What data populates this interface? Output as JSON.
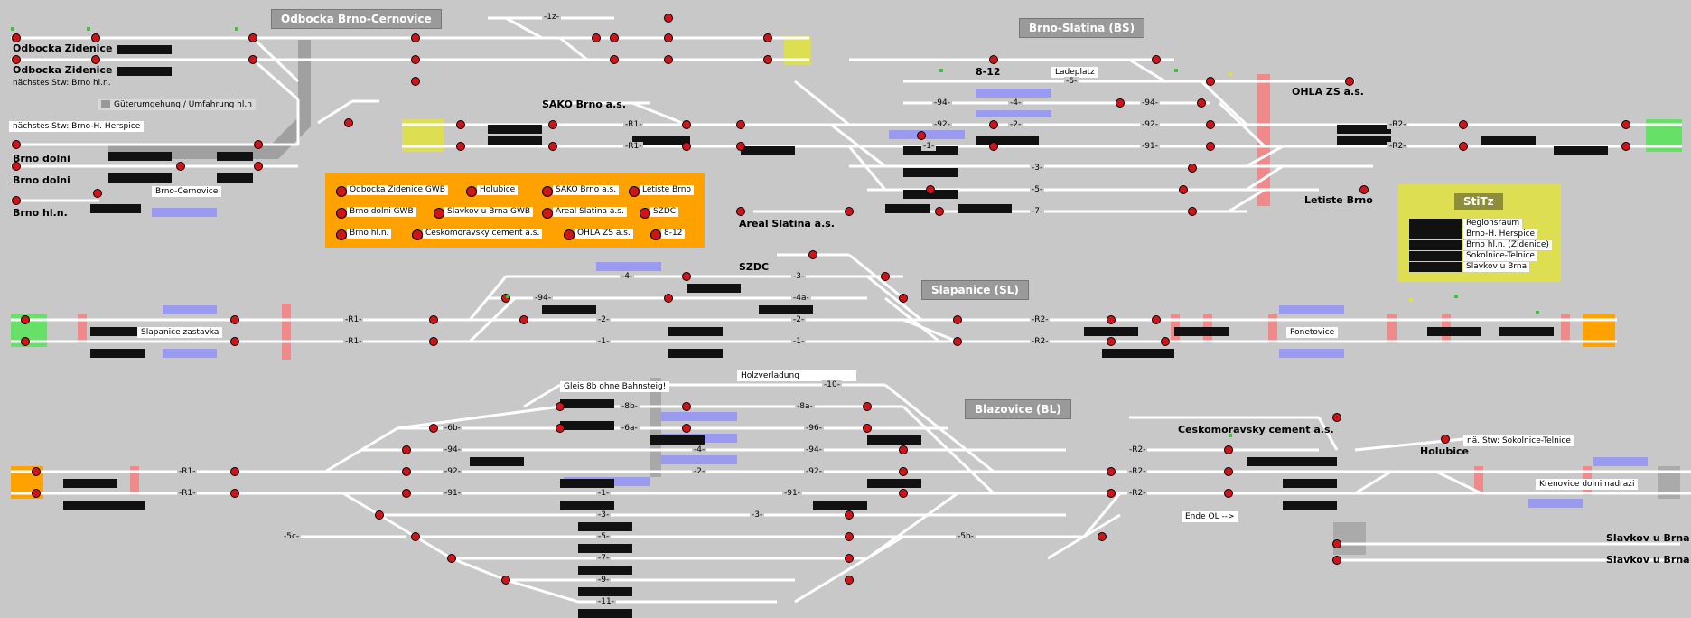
{
  "stations": {
    "odbocka_brno_cernovice": "Odbocka Brno-Cernovice",
    "brno_slatina": "Brno-Slatina (BS)",
    "slapanice": "Slapanice (SL)",
    "blazovice": "Blazovice (BL)"
  },
  "labels": {
    "odbocka_zidenice_1": "Odbocka Zidenice",
    "odbocka_zidenice_2": "Odbocka Zidenice",
    "naechstes_brno_hln": "nächstes Stw: Brno hl.n.",
    "gueterumgehung": "Güterumgehung / Umfahrung hl.n",
    "naechstes_herspice": "nächstes Stw: Brno-H. Herspice",
    "brno_dolni_1": "Brno dolni",
    "brno_dolni_2": "Brno dolni",
    "brno_hln": "Brno hl.n.",
    "brno_cernovice": "Brno-Cernovice",
    "sako": "SAKO Brno a.s.",
    "ladeplatz": "Ladeplatz",
    "b812": "8-12",
    "ohla": "OHLA ZS a.s.",
    "letiste": "Letiste Brno",
    "areal": "Areal Slatina a.s.",
    "szdc": "SZDC",
    "slapanice_zastavka": "Slapanice zastavka",
    "ponetovice": "Ponetovice",
    "gleis8b": "Gleis 8b ohne Bahnsteig!",
    "holzverladung": "Holzverladung",
    "ceskomoravsky": "Ceskomoravsky cement a.s.",
    "holubice": "Holubice",
    "na_stw_sokolnice": "nä. Stw: Sokolnice-Telnice",
    "krenovice": "Krenovice dolni nadrazi",
    "ende_ol": "Ende OL -->",
    "slavkov_1": "Slavkov u Brna",
    "slavkov_2": "Slavkov u Brna"
  },
  "legend": {
    "items": [
      "Odbocka Zidenice GWB",
      "Holubice",
      "SAKO Brno a.s.",
      "Letiste Brno",
      "Brno dolni GWB",
      "Slavkov u Brna GWB",
      "Areal Slatina a.s.",
      "SZDC",
      "Brno hl.n.",
      "Ceskomoravsky cement a.s.",
      "OHLA ZS a.s.",
      "8-12"
    ]
  },
  "stitz": {
    "title": "StiTz",
    "items": [
      "Regionsraum",
      "Brno-H. Herspice",
      "Brno hl.n. (Zidenice)",
      "Sokolnice-Telnice",
      "Slavkov u Brna"
    ]
  },
  "track_labels": {
    "bs_4": "-4-",
    "bs_6": "-6-",
    "bs_r1a": "-R1-",
    "bs_r1b": "-R1-",
    "bs_92a": "-92-",
    "bs_92b": "-92-",
    "bs_91": "-91-",
    "bs_94a": "-94-",
    "bs_94b": "-94-",
    "bs_1": "-1-",
    "bs_2": "-2-",
    "bs_3": "-3-",
    "bs_5": "-5-",
    "bs_7": "-7-",
    "bs_r2a": "-R2-",
    "bs_r2b": "-R2-",
    "sl_r1a": "-R1-",
    "sl_r1b": "-R1-",
    "sl_2": "-2-",
    "sl_1": "-1-",
    "sl_2b": "-2-",
    "sl_1b": "-1-",
    "sl_4": "-4-",
    "sl_3": "-3-",
    "sl_4a": "-4a-",
    "sl_94": "-94-",
    "sl_r2a": "-R2-",
    "sl_r2b": "-R2-",
    "bl_r1a": "-R1-",
    "bl_r1b": "-R1-",
    "bl_92": "-92-",
    "bl_91": "-91-",
    "bl_94": "-94-",
    "bl_6b": "-6b-",
    "bl_8b": "-8b-",
    "bl_6a": "-6a-",
    "bl_10": "-10-",
    "bl_8a": "-8a-",
    "bl_96": "-96-",
    "bl_4": "-4-",
    "bl_94b": "-94-",
    "bl_2": "-2-",
    "bl_92b": "-92-",
    "bl_1": "-1-",
    "bl_91b": "-91-",
    "bl_3": "-3-",
    "bl_3b": "-3-",
    "bl_5": "-5-",
    "bl_5b": "-5b-",
    "bl_5c": "-5c-",
    "bl_7": "-7-",
    "bl_9": "-9-",
    "bl_11": "-11-",
    "bl_r2a": "-R2-",
    "bl_r2b": "-R2-",
    "bl_r2c": "-R2-",
    "z12": "-1z-"
  },
  "colors": {
    "background": "#c8c8c8",
    "track": "#ffffff",
    "signal_red": "#d0141a",
    "legend_orange": "#ffa200",
    "stitz_yellow": "#dede52",
    "zone_green": "#66e066",
    "zone_yellow": "#dede52",
    "zone_orange": "#ffa200",
    "zone_blue": "#9a9af0",
    "zone_pink": "#f08a8a"
  }
}
